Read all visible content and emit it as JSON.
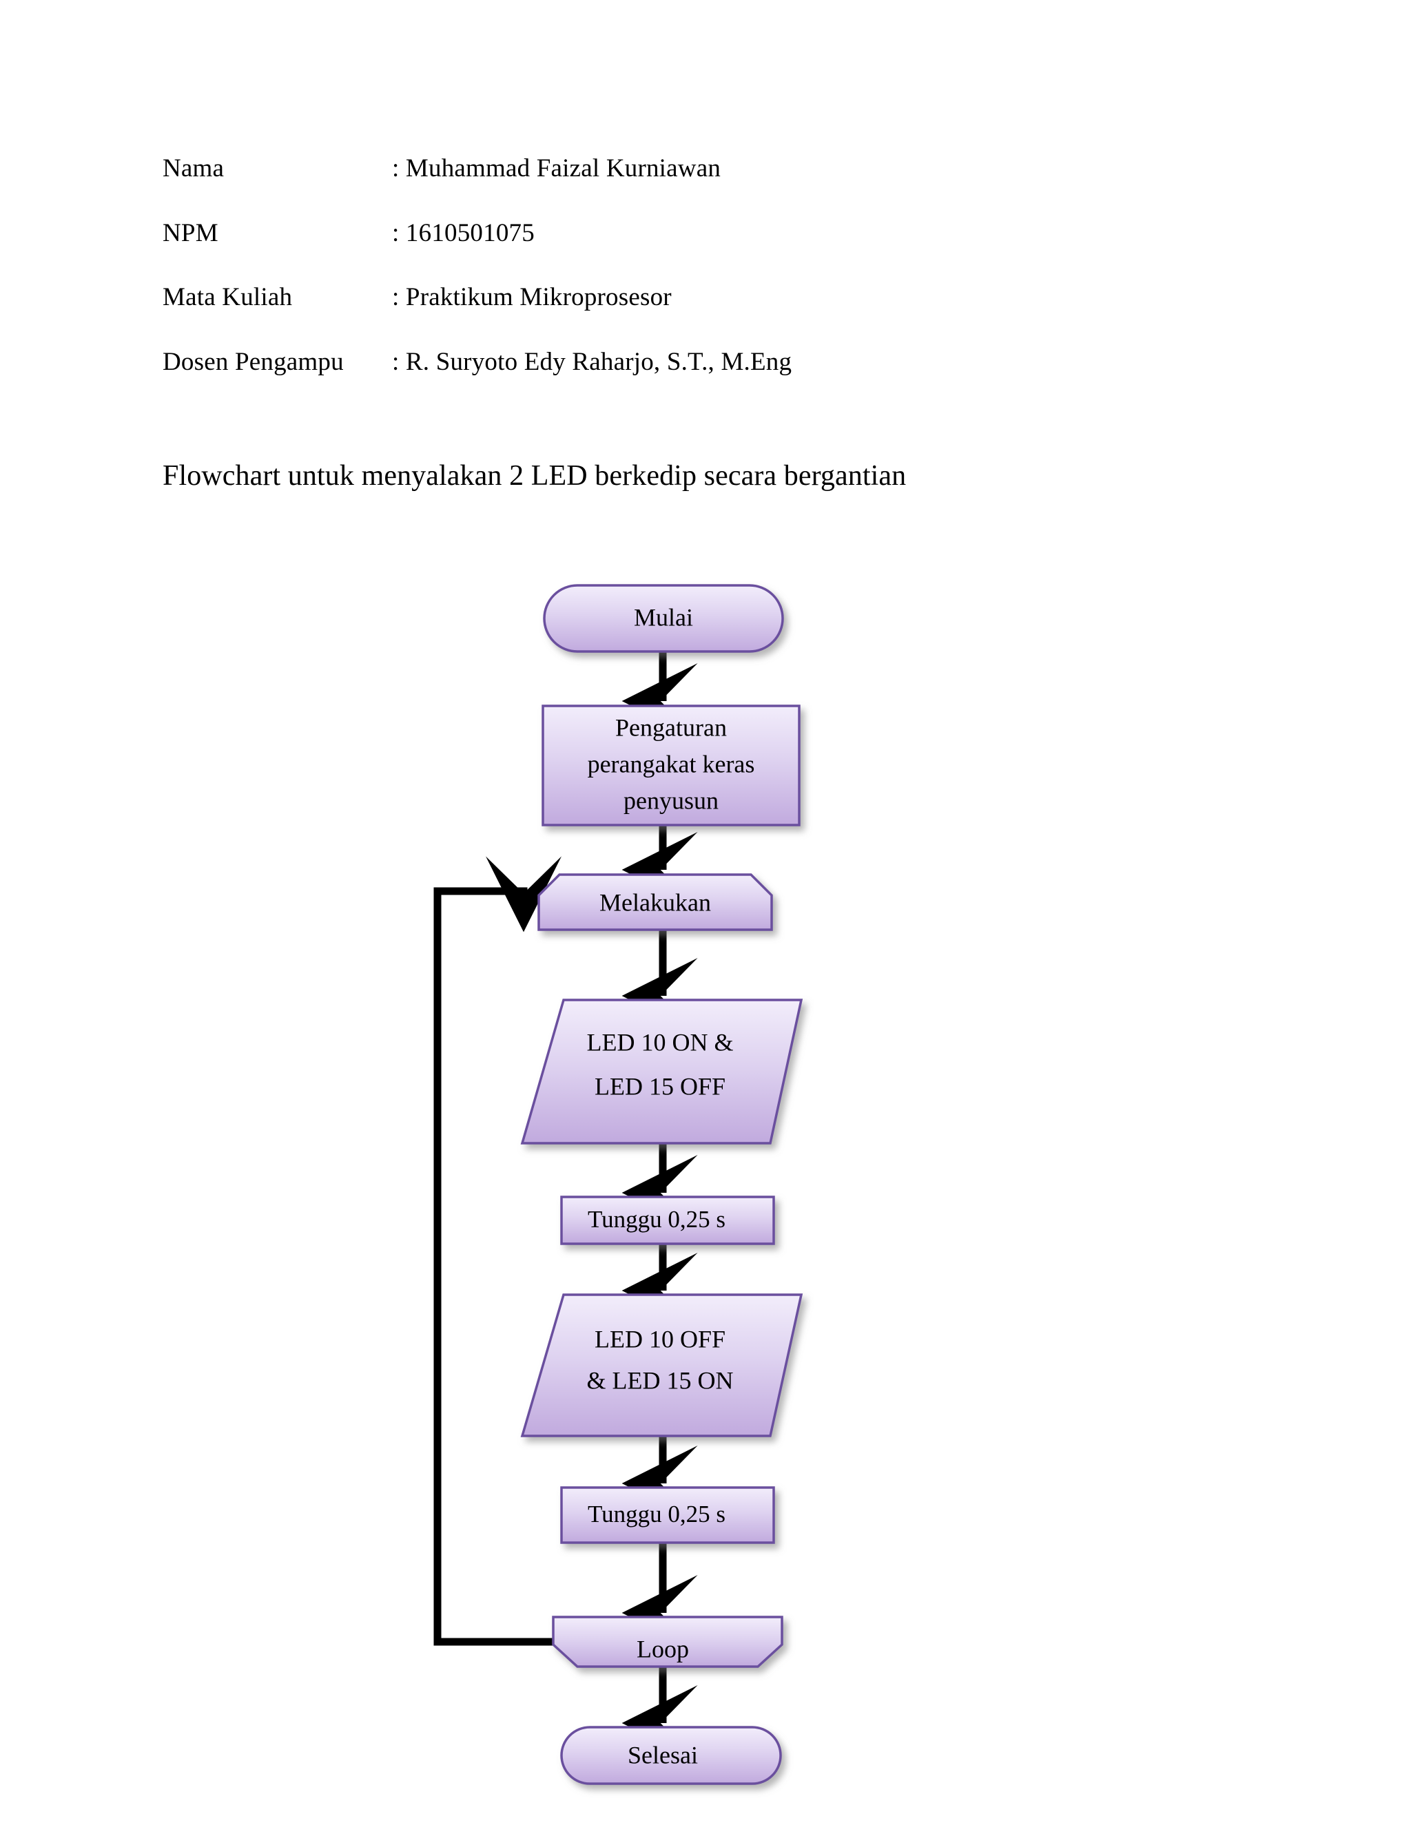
{
  "document": {
    "meta_rows": [
      {
        "label": "Nama",
        "value": ": Muhammad  Faizal  Kurniawan"
      },
      {
        "label": "NPM",
        "value": ": 1610501075"
      },
      {
        "label": "Mata Kuliah",
        "value": ": Praktikum  Mikroprosesor"
      },
      {
        "label": "Dosen Pengampu",
        "value": ": R. Suryoto  Edy Raharjo, S.T., M.Eng"
      }
    ],
    "title": "Flowchart  untuk menyalakan  2 LED berkedip secara bergantian"
  },
  "colors": {
    "shape_fill_top": "#efe9f9",
    "shape_fill_bottom": "#c3ade1",
    "shape_border": "#6b4f9e",
    "connector": "#000000",
    "page_background": "#ffffff",
    "text": "#000000"
  },
  "flowchart": {
    "nodes": [
      {
        "id": "mulai",
        "shape": "terminator",
        "label": "Mulai"
      },
      {
        "id": "setup",
        "shape": "process",
        "label_lines": [
          "Pengaturan",
          "perangakat  keras",
          "penyusun"
        ]
      },
      {
        "id": "melakukan",
        "shape": "preparation",
        "label": "Melakukan"
      },
      {
        "id": "led-on-1",
        "shape": "data-parallelogram",
        "label_lines": [
          "LED 10 ON &",
          "LED  15 OFF"
        ]
      },
      {
        "id": "wait-1",
        "shape": "process",
        "label": "Tunggu  0,25 s"
      },
      {
        "id": "led-on-2",
        "shape": "data-parallelogram",
        "label_lines": [
          "LED  10 OFF",
          "& LED  15 ON"
        ]
      },
      {
        "id": "wait-2",
        "shape": "process",
        "label": "Tunggu  0,25 s"
      },
      {
        "id": "loop",
        "shape": "preparation-inverted",
        "label": "Loop"
      },
      {
        "id": "selesai",
        "shape": "terminator",
        "label": "Selesai"
      }
    ],
    "edges": [
      {
        "from": "mulai",
        "to": "setup",
        "type": "straight-down"
      },
      {
        "from": "setup",
        "to": "melakukan",
        "type": "straight-down"
      },
      {
        "from": "melakukan",
        "to": "led-on-1",
        "type": "straight-down"
      },
      {
        "from": "led-on-1",
        "to": "wait-1",
        "type": "straight-down"
      },
      {
        "from": "wait-1",
        "to": "led-on-2",
        "type": "straight-down"
      },
      {
        "from": "led-on-2",
        "to": "wait-2",
        "type": "straight-down"
      },
      {
        "from": "wait-2",
        "to": "loop",
        "type": "straight-down"
      },
      {
        "from": "loop",
        "to": "selesai",
        "type": "straight-down"
      },
      {
        "from": "loop",
        "to": "melakukan",
        "type": "feedback-left"
      }
    ]
  }
}
